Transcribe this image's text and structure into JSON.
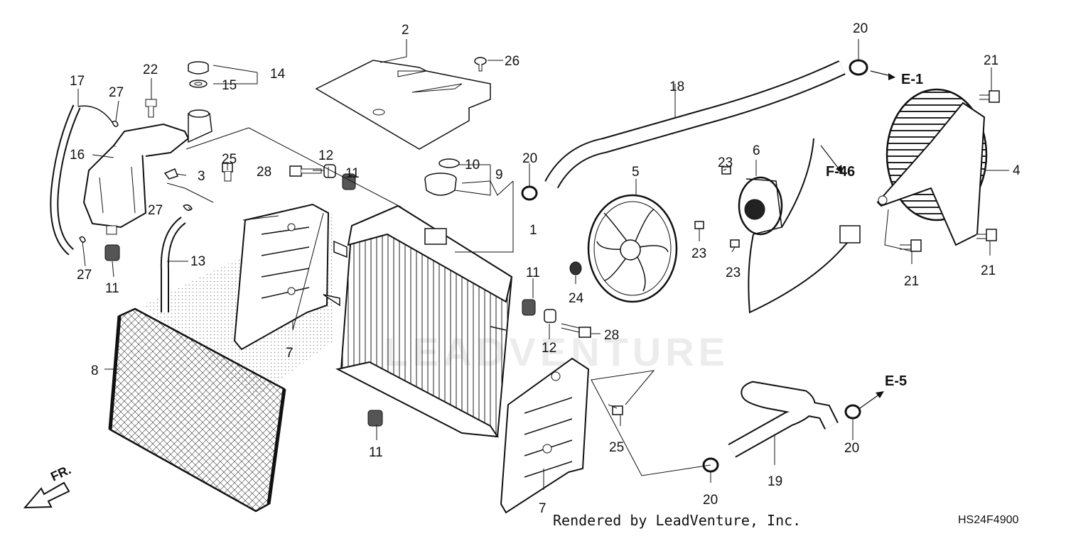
{
  "diagram": {
    "watermark": "LEADVENTURE",
    "footer_credit": "Rendered by LeadVenture, Inc.",
    "drawing_code": "HS24F4900",
    "front_marker": "FR.",
    "refs": {
      "e1": "E-1",
      "e5": "E-5",
      "f46": "F-46"
    },
    "callouts": {
      "c1": "1",
      "c2": "2",
      "c3": "3",
      "c4": "4",
      "c5": "5",
      "c6": "6",
      "c7a": "7",
      "c7b": "7",
      "c8": "8",
      "c9": "9",
      "c10": "10",
      "c11a": "11",
      "c11b": "11",
      "c11c": "11",
      "c11d": "11",
      "c12a": "12",
      "c12b": "12",
      "c13": "13",
      "c14": "14",
      "c15": "15",
      "c16": "16",
      "c17": "17",
      "c18": "18",
      "c19": "19",
      "c20a": "20",
      "c20b": "20",
      "c20c": "20",
      "c20d": "20",
      "c21a": "21",
      "c21b": "21",
      "c21c": "21",
      "c22": "22",
      "c23a": "23",
      "c23b": "23",
      "c23c": "23",
      "c24": "24",
      "c25a": "25",
      "c25b": "25",
      "c26": "26",
      "c27a": "27",
      "c27b": "27",
      "c27c": "27",
      "c28a": "28",
      "c28b": "28"
    }
  }
}
